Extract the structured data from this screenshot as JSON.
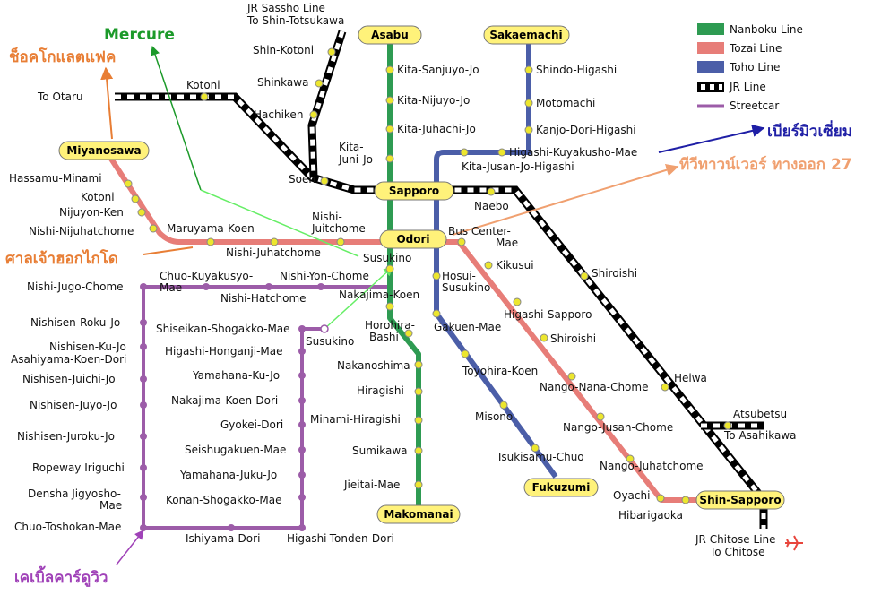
{
  "colors": {
    "nanboku": "#2e9b52",
    "tozai": "#e77d78",
    "toho": "#4b5ea8",
    "streetcar": "#9c5ca8",
    "jr": "#000000",
    "terminal_fill": "#fff27a",
    "station_fill": "#ece62e",
    "streetcar_dot": "#9c5ca8",
    "orange_annot": "#e87e35",
    "green_annot": "#1c9a2a",
    "navy_annot": "#1f1fa6",
    "salmon_annot": "#f0a070",
    "purple_annot": "#a042b8",
    "lightgreen_arrow": "#66ee66"
  },
  "legend": {
    "nanboku": "Nanboku Line",
    "tozai": "Tozai Line",
    "toho": "Toho Line",
    "jr": "JR Line",
    "streetcar": "Streetcar"
  },
  "terminals": {
    "asabu": "Asabu",
    "sakaemachi": "Sakaemachi",
    "miyanosawa": "Miyanosawa",
    "sapporo": "Sapporo",
    "odori": "Odori",
    "makomanai": "Makomanai",
    "fukuzumi": "Fukuzumi",
    "shin_sapporo": "Shin-Sapporo"
  },
  "jr_labels": {
    "sassho1": "JR Sassho Line",
    "sassho2": "To Shin-Totsukawa",
    "otaru": "To Otaru",
    "asahikawa": "To Asahikawa",
    "chitose1": "JR Chitose Line",
    "chitose2": "To Chitose",
    "airport_icon": "airplane-icon"
  },
  "stations": {
    "shin_kotoni": "Shin-Kotoni",
    "shinkawa": "Shinkawa",
    "hachiken": "Hachiken",
    "kotoni_jr": "Kotoni",
    "soen": "Soen",
    "kita_juni_1": "Kita-",
    "kita_juni_2": "Juni-Jo",
    "kita_sanjuyo": "Kita-Sanjuyo-Jo",
    "kita_nijuyo": "Kita-Nijuyo-Jo",
    "kita_juhachi": "Kita-Juhachi-Jo",
    "shindo": "Shindo-Higashi",
    "motomachi": "Motomachi",
    "kanjo": "Kanjo-Dori-Higashi",
    "kuyakusho": "Higashi-Kuyakusho-Mae",
    "kita_jusan": "Kita-Jusan-Jo-Higashi",
    "naebo": "Naebo",
    "hassamu": "Hassamu-Minami",
    "kotoni": "Kotoni",
    "nijuyon": "Nijuyon-Ken",
    "nishi_niju": "Nishi-Nijuhatchome",
    "maruyama": "Maruyama-Koen",
    "nishi_juhat": "Nishi-Juhatchome",
    "nishi_juit_1": "Nishi-",
    "nishi_juit_2": "Juitchome",
    "susukino": "Susukino",
    "bus_center_1": "Bus Center-",
    "bus_center_2": "Mae",
    "kikusui": "Kikusui",
    "hosui_1": "Hosui-",
    "hosui_2": "Susukino",
    "shiroishi_jr": "Shiroishi",
    "nakajima": "Nakajima-Koen",
    "horohira_1": "Horohira-",
    "horohira_2": "Bashi",
    "gakuen": "Gakuen-Mae",
    "higashi_sapporo": "Higashi-Sapporo",
    "shiroishi": "Shiroishi",
    "nakanoshima": "Nakanoshima",
    "hiragishi": "Hiragishi",
    "toyohira": "Toyohira-Koen",
    "nango_nana": "Nango-Nana-Chome",
    "heiwa": "Heiwa",
    "minami_hiragishi": "Minami-Hiragishi",
    "misono": "Misono",
    "nango_jusan": "Nango-Jusan-Chome",
    "atsubetsu": "Atsubetsu",
    "sumikawa": "Sumikawa",
    "tsukisamu": "Tsukisamu-Chuo",
    "nango_juhat": "Nango-Juhatchome",
    "jieitai": "Jieitai-Mae",
    "oyachi": "Oyachi",
    "hibarigaoka": "Hibarigaoka"
  },
  "streetcar_stops": {
    "chuo_kuyakusyo_1": "Chuo-Kuyakusyo-",
    "chuo_kuyakusyo_2": "Mae",
    "nishi_yon": "Nishi-Yon-Chome",
    "nishi_hatchome": "Nishi-Hatchome",
    "nishi_jugo": "Nishi-Jugo-Chome",
    "nishisen_roku": "Nishisen-Roku-Jo",
    "nishisen_ku": "Nishisen-Ku-Jo",
    "asahiyama": "Asahiyama-Koen-Dori",
    "nishisen_juichi": "Nishisen-Juichi-Jo",
    "nishisen_juyo": "Nishisen-Juyo-Jo",
    "nishisen_juroku": "Nishisen-Juroku-Jo",
    "ropeway": "Ropeway Iriguchi",
    "densha_1": "Densha Jigyosho-",
    "densha_2": "Mae",
    "chuo_toshokan": "Chuo-Toshokan-Mae",
    "ishiyama": "Ishiyama-Dori",
    "higashi_tonden": "Higashi-Tonden-Dori",
    "shiseikan": "Shiseikan-Shogakko-Mae",
    "susukino_sc": "Susukino",
    "higashi_honganji": "Higashi-Honganji-Mae",
    "yamahana_ku": "Yamahana-Ku-Jo",
    "nakajima_koen_dori": "Nakajima-Koen-Dori",
    "gyokei": "Gyokei-Dori",
    "seishugakuen": "Seishugakuen-Mae",
    "yamahana_juku": "Yamahana-Juku-Jo",
    "konan": "Konan-Shogakko-Mae"
  },
  "annotations": {
    "chocolate_factory": "ช็อคโกแลตแฟค",
    "mercure": "Mercure",
    "beer_museum": "เบียร์มิวเซี่ยม",
    "tv_tower": "ทีวีทาวน์เวอร์ ทางออก 27",
    "hokkaido_shrine": "ศาลเจ้าฮอกไกโด",
    "cable_car": "เคเบิ้ลคาร์ดูวิว"
  }
}
